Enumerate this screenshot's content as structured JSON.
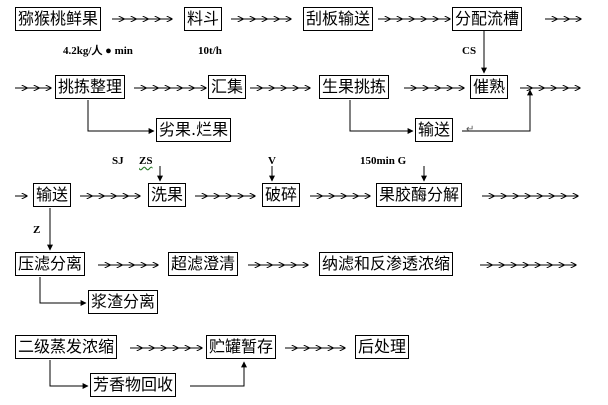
{
  "boxes": {
    "kiwi": "猕猴桃鲜果",
    "hopper": "料斗",
    "scraper": "刮板输送",
    "dist": "分配流槽",
    "pick": "挑拣整理",
    "collect": "汇集",
    "rawpick": "生果挑拣",
    "ripen": "催熟",
    "inferior": "劣果.烂果",
    "convey2": "输送",
    "convey3": "输送",
    "wash": "洗果",
    "crush": "破碎",
    "pectin": "果胶酶分解",
    "press": "压滤分离",
    "ultra": "超滤澄清",
    "nano": "纳滤和反渗透浓缩",
    "pulp": "浆渣分离",
    "evap": "二级蒸发浓缩",
    "tank": "贮罐暂存",
    "post": "后处理",
    "aroma": "芳香物回收"
  },
  "labels": {
    "rate1": "4.2kg/人 ● min",
    "rate2": "10t/h",
    "cs": "CS",
    "sj": "SJ",
    "zs": "ZS",
    "v": "V",
    "g150": "150min G",
    "z": "Z"
  },
  "return_mark": "↵",
  "colors": {
    "line": "#000000",
    "wavy": "#2a7a2a"
  }
}
